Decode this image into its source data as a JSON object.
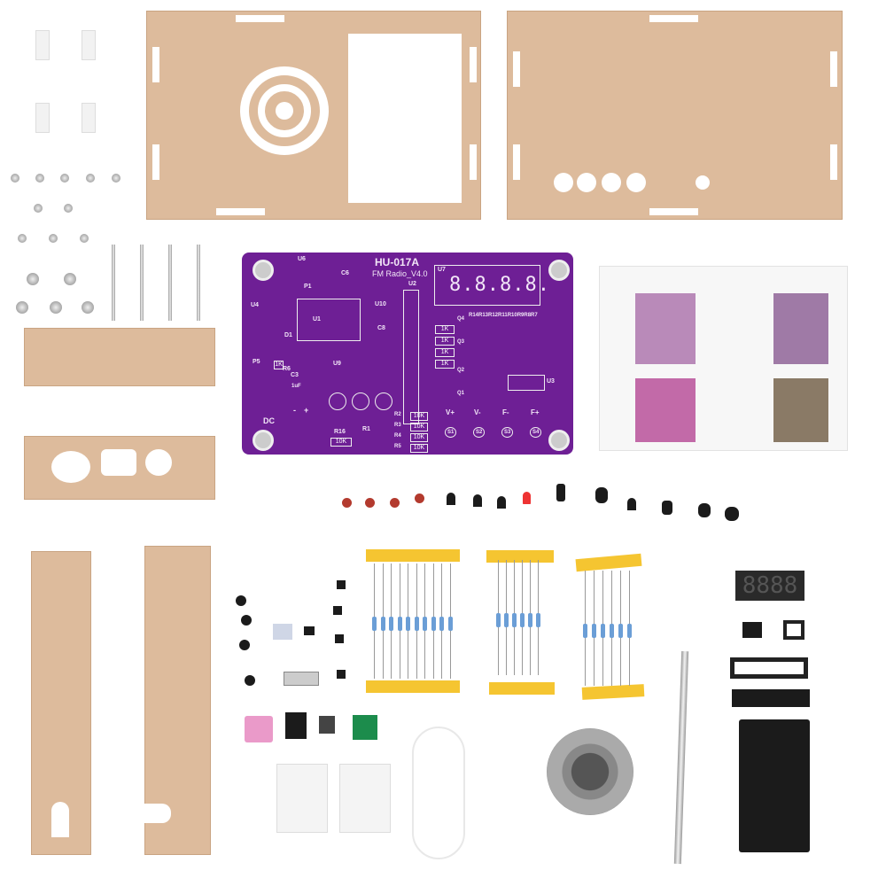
{
  "pcb": {
    "title": "HU-017A",
    "subtitle": "FM Radio_V4.0",
    "labels": {
      "u6": "U6",
      "p1": "P1",
      "c6": "C6",
      "u1": "U1",
      "u10": "U10",
      "u2": "U2",
      "u7": "U7",
      "u4": "U4",
      "u9": "U9",
      "c8": "C8",
      "c3": "C3",
      "c3v": "1uF",
      "p5": "P5",
      "r6": "R6",
      "d1": "D1",
      "u3": "U3",
      "dc": "DC",
      "minus": "-",
      "plus": "+",
      "r16": "R16",
      "r1": "R1",
      "q1": "Q1",
      "q2": "Q2",
      "q3": "Q3",
      "q4": "Q4",
      "rrow": "R14R13R12R11R10R9R8R7"
    },
    "resistors_1k": [
      "1K",
      "1K",
      "1K",
      "1K"
    ],
    "resistors_10k_labels": [
      "R2",
      "R3",
      "R4",
      "R5"
    ],
    "resistors_10k": [
      "10K",
      "10K",
      "10K",
      "10K"
    ],
    "r16_value": "10K",
    "r6_value": "1K",
    "buttons": [
      {
        "label": "V+",
        "id": "S1"
      },
      {
        "label": "V-",
        "id": "S2"
      },
      {
        "label": "F-",
        "id": "S3"
      },
      {
        "label": "F+",
        "id": "S4"
      }
    ],
    "display": "8.8.8.8.",
    "colors": {
      "board": "#6e1f95",
      "acrylic": "#ddbb9c"
    }
  },
  "module_display": "8888"
}
